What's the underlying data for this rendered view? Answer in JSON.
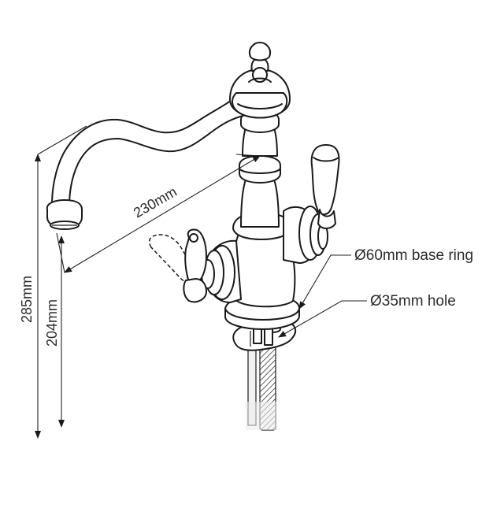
{
  "dimensions": {
    "spout_reach": "230mm",
    "overall_height": "285mm",
    "spout_height": "204mm"
  },
  "callouts": {
    "base_ring": "Ø60mm base ring",
    "hole": "Ø35mm hole"
  },
  "colors": {
    "line": "#1a1a1a",
    "text": "#2b2b2b",
    "background": "#ffffff"
  }
}
